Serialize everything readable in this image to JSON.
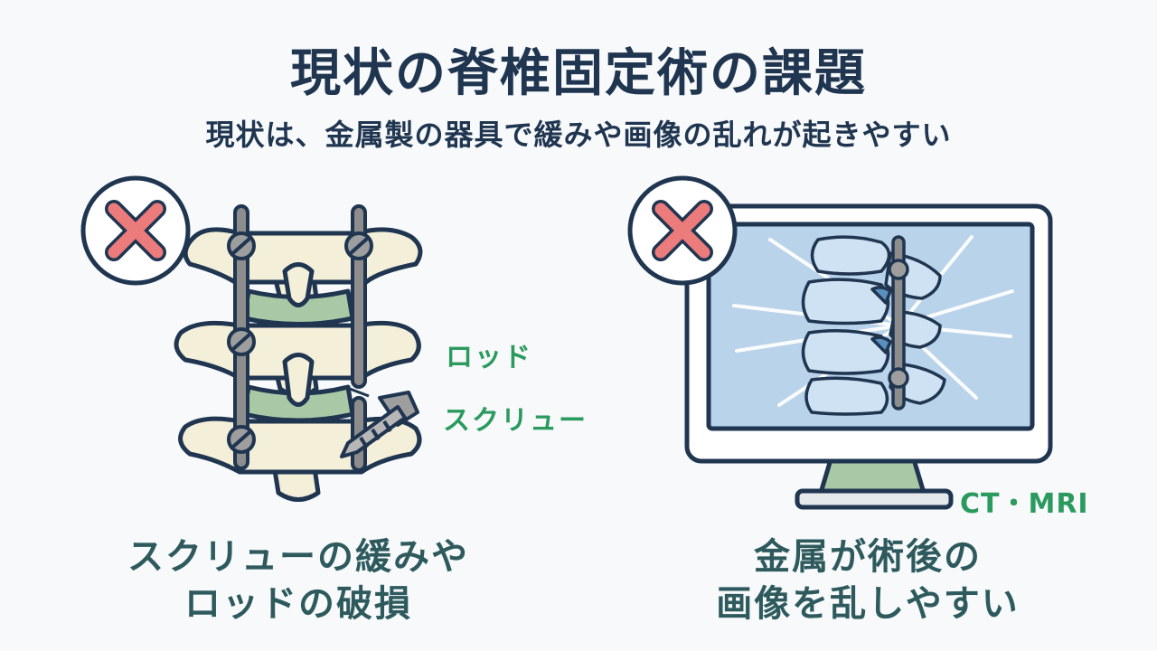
{
  "header": {
    "title": "現状の脊椎固定術の課題",
    "subtitle": "現状は、金属製の器具で緩みや画像の乱れが起きやすい"
  },
  "left_panel": {
    "label_rod": "ロッド",
    "label_screw": "スクリュー",
    "caption_line1": "スクリューの緩みや",
    "caption_line2": "ロッドの破損",
    "icon": "cross-mark-icon"
  },
  "right_panel": {
    "label_modality": "CT・MRI",
    "caption_line1": "金属が術後の",
    "caption_line2": "画像を乱しやすい",
    "icon": "cross-mark-icon"
  },
  "colors": {
    "navy": "#1f3550",
    "green_label": "#2b9a5f",
    "caption": "#2e5a5e",
    "bone": "#f4efd9",
    "disc": "#a9c8a5",
    "cross": "#ec7b7b",
    "screen": "#b9d3ea"
  }
}
